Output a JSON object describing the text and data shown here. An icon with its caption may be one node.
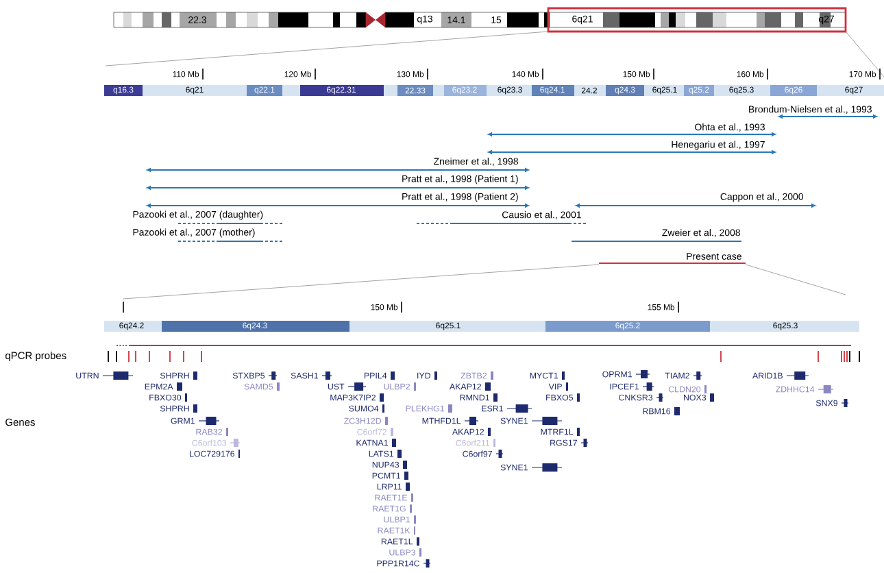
{
  "diagram": {
    "labels": [
      "22.3",
      "q13",
      "14.1",
      "15",
      "6q21",
      "q27",
      "110 Mb",
      "120 Mb",
      "130 Mb",
      "140 Mb",
      "150 Mb",
      "160 Mb",
      "170 Mb",
      "q16.3",
      "6q21",
      "q22.1",
      "6q22.31",
      "22.33",
      "6q23.2",
      "6q23.3",
      "6q24.1",
      "24.2",
      "q24.3",
      "6q25.1",
      "q25.2",
      "6q25.3",
      "6q26",
      "6q27",
      "Brondum-Nielsen et al., 1993",
      "Ohta et al., 1993",
      "Henegariu et al., 1997",
      "Zneimer et al., 1998",
      "Pratt et al., 1998 (Patient 1)",
      "Pratt et al., 1998 (Patient 2)",
      "Cappon et al., 2000",
      "Pazooki et al., 2007 (daughter)",
      "Causio et al., 2001",
      "Pazooki et al., 2007 (mother)",
      "Zweier et al., 2008",
      "Present case",
      "150 Mb",
      "155 Mb",
      "6q24.2",
      "6q24.3",
      "6q25.1",
      "6q25.2",
      "6q25.3",
      "qPCR probes",
      "Genes",
      "UTRN",
      "SHPRH",
      "EPM2A",
      "FBXO30",
      "SHPRH",
      "GRM1",
      "RAB32",
      "C6orf103",
      "LOC729176",
      "STXBP5",
      "SAMD5",
      "SASH1",
      "UST",
      "MAP3K7IP2",
      "SUMO4",
      "ZC3H12D",
      "C6orf72",
      "KATNA1",
      "LATS1",
      "NUP43",
      "PCMT1",
      "LRP11",
      "RAET1E",
      "RAET1G",
      "ULBP1",
      "RAET1K",
      "RAET1L",
      "ULBP3",
      "PPP1R14C",
      "PPIL4",
      "ULBP2",
      "IYD",
      "PLEKHG1",
      "ZBTB2",
      "AKAP12",
      "RMND1",
      "ESR1",
      "MTHFD1L",
      "SYNE1",
      "AKAP12",
      "C6orf211",
      "C6orf97",
      "SYNE1",
      "MYCT1",
      "VIP",
      "FBXO5",
      "MTRF1L",
      "RGS17",
      "OPRM1",
      "IPCEF1",
      "CNKSR3",
      "RBM16",
      "TIAM2",
      "CLDN20",
      "NOX3",
      "ARID1B",
      "ZDHHC14",
      "SNX9"
    ]
  }
}
